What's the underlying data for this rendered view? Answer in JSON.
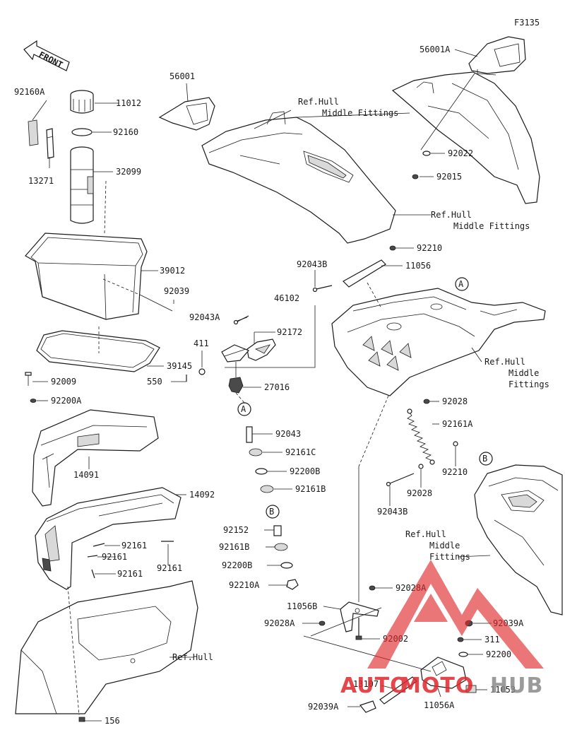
{
  "figure_code": "F3135",
  "front_label": "FRONT",
  "callouts": {
    "A": "A",
    "B": "B"
  },
  "parts": [
    "92160A",
    "11012",
    "92160",
    "13271",
    "32099",
    "39012",
    "92039",
    "39145",
    "92009",
    "92200A",
    "14091",
    "14092",
    "92161",
    "92161",
    "92161",
    "92161",
    "56001",
    "56001A",
    "92022",
    "92015",
    "92043A",
    "46102",
    "92172",
    "411",
    "550",
    "27016",
    "92043",
    "92161C",
    "92200B",
    "92161B",
    "92152",
    "92161B",
    "92200B",
    "92210A",
    "92043B",
    "11056",
    "92210",
    "92028",
    "92161A",
    "92210",
    "92028",
    "92043B",
    "92028A",
    "11056B",
    "92028A",
    "92002",
    "92039A",
    "311",
    "92200",
    "13107",
    "11053",
    "11056A",
    "92039A",
    "156"
  ],
  "ref_labels": {
    "hull_upper_1": "Ref.Hull",
    "hull_upper_2": "Middle Fittings",
    "hull_mid_1": "Ref.Hull",
    "hull_mid_2": "Middle Fittings",
    "hull_tray_1": "Ref.Hull",
    "hull_tray_2": "Middle",
    "hull_tray_3": "Fittings",
    "hull_b_1": "Ref.Hull",
    "hull_b_2": "Middle",
    "hull_b_3": "Fittings",
    "hull_bottom": "Ref.Hull"
  },
  "watermark": {
    "text_auto": "AUTO",
    "text_moto": "MOTO",
    "text_hub": "HUB",
    "red": "#e0282c",
    "grey": "#8a8a8a"
  }
}
